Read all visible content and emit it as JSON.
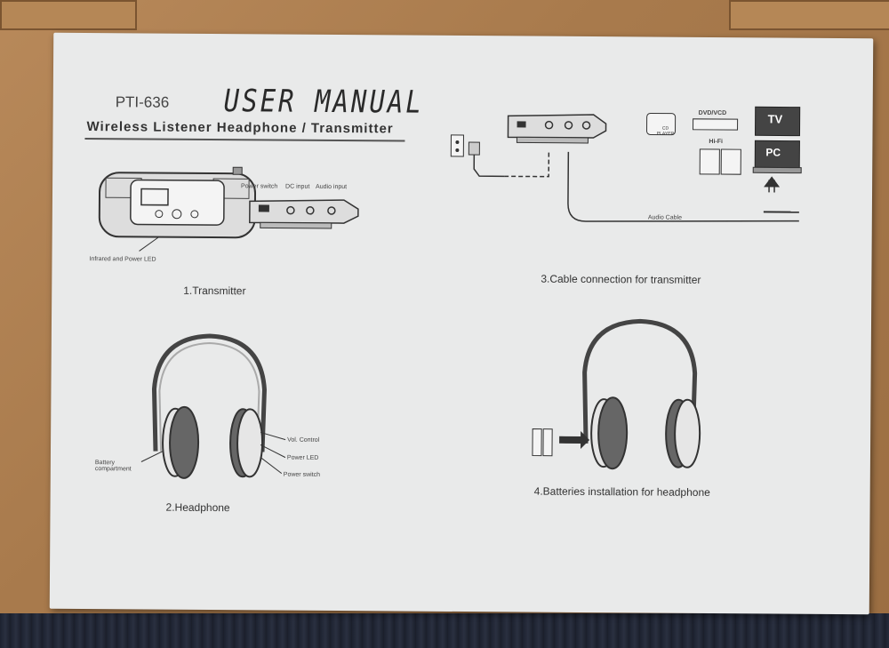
{
  "manual": {
    "model": "PTI-636",
    "title": "USER MANUAL",
    "subtitle": "Wireless Listener Headphone / Transmitter"
  },
  "sections": {
    "transmitter": {
      "caption": "1.Transmitter",
      "led_label": "Infrared and Power LED",
      "power_switch": "Power switch",
      "dc_input": "DC input",
      "audio_input": "Audio input"
    },
    "cable": {
      "caption": "3.Cable connection for transmitter",
      "audio_cable": "Audio Cable",
      "cd_player": "CD PLAYER",
      "dvd_vcd": "DVD/VCD",
      "hifi": "Hi-Fi",
      "tv": "TV",
      "pc": "PC"
    },
    "headphone": {
      "caption": "2.Headphone",
      "battery": "Battery compartment",
      "vol_control": "Vol. Control",
      "power_led": "Power LED",
      "power_switch": "Power switch"
    },
    "batteries": {
      "caption": "4.Batteries installation for headphone"
    }
  },
  "colors": {
    "cardboard": "#a87a4c",
    "sheet": "#e9eaea",
    "ink": "#333333"
  }
}
